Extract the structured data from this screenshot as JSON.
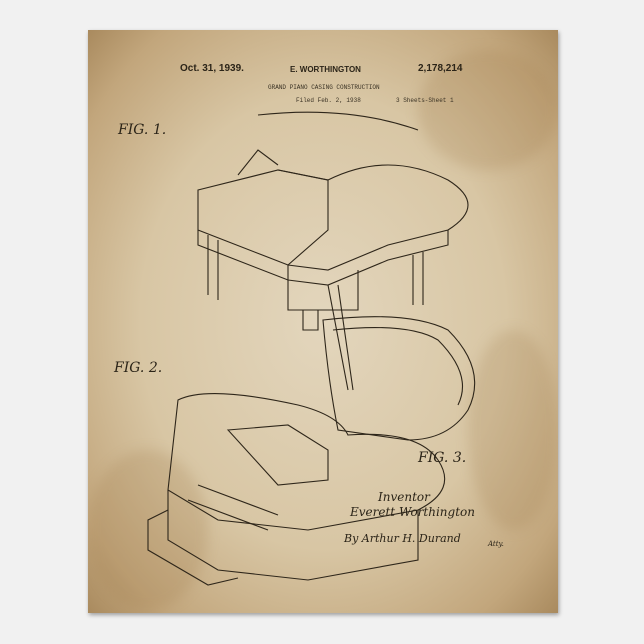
{
  "header": {
    "date": "Oct. 31, 1939.",
    "inventor_name": "E. WORTHINGTON",
    "patent_number": "2,178,214",
    "title": "GRAND PIANO CASING CONSTRUCTION",
    "filed": "Filed Feb. 2, 1938",
    "sheets": "3 Sheets-Sheet 1"
  },
  "figures": {
    "fig1": "FIG. 1.",
    "fig2": "FIG. 2.",
    "fig3": "FIG. 3."
  },
  "signature": {
    "label": "Inventor",
    "inventor": "Everett Worthington",
    "attorney": "By Arthur H. Durand",
    "attorney_suffix": "Atty."
  },
  "colors": {
    "paper": "#d8c6a4",
    "ink": "#2e261a",
    "background": "#f1f1f1"
  }
}
